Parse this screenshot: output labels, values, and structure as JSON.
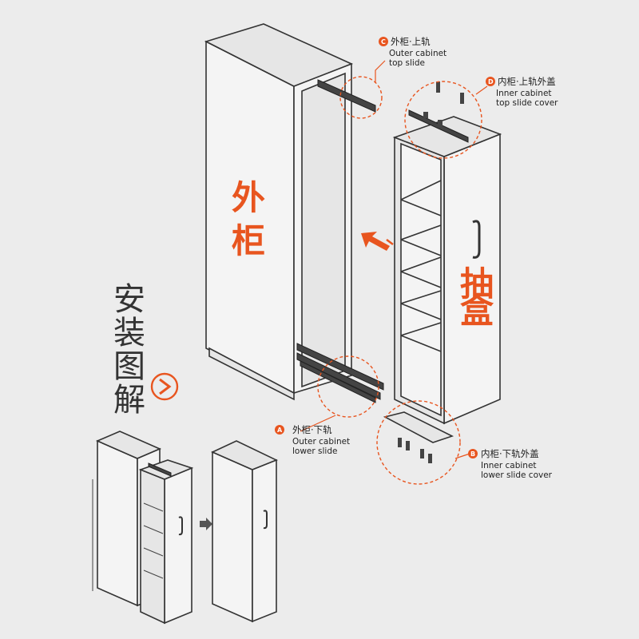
{
  "title": {
    "chars": [
      "安",
      "装",
      "图",
      "解"
    ]
  },
  "labels": {
    "outer_cabinet": [
      "外",
      "柜"
    ],
    "drawer": [
      "抽",
      "盒"
    ]
  },
  "callouts": {
    "c": {
      "badge": "C",
      "cn": "外柜·上轨",
      "en1": "Outer cabinet",
      "en2": "top slide"
    },
    "d": {
      "badge": "D",
      "cn": "内柜·上轨外盖",
      "en1": "Inner cabinet",
      "en2": "top slide cover"
    },
    "a": {
      "badge": "A",
      "cn": "外柜·下轨",
      "en1": "Outer cabinet",
      "en2": "lower slide"
    },
    "b": {
      "badge": "B",
      "cn": "内柜·下轨外盖",
      "en1": "Inner cabinet",
      "en2": "lower slide cover"
    }
  },
  "colors": {
    "accent": "#e8551f",
    "line": "#333333",
    "background": "#ececec"
  },
  "icons": {
    "play_arrow": "chevron-right-circle-icon",
    "insert_arrow": "arrow-up-left-icon",
    "step_arrow": "arrow-right-icon"
  }
}
